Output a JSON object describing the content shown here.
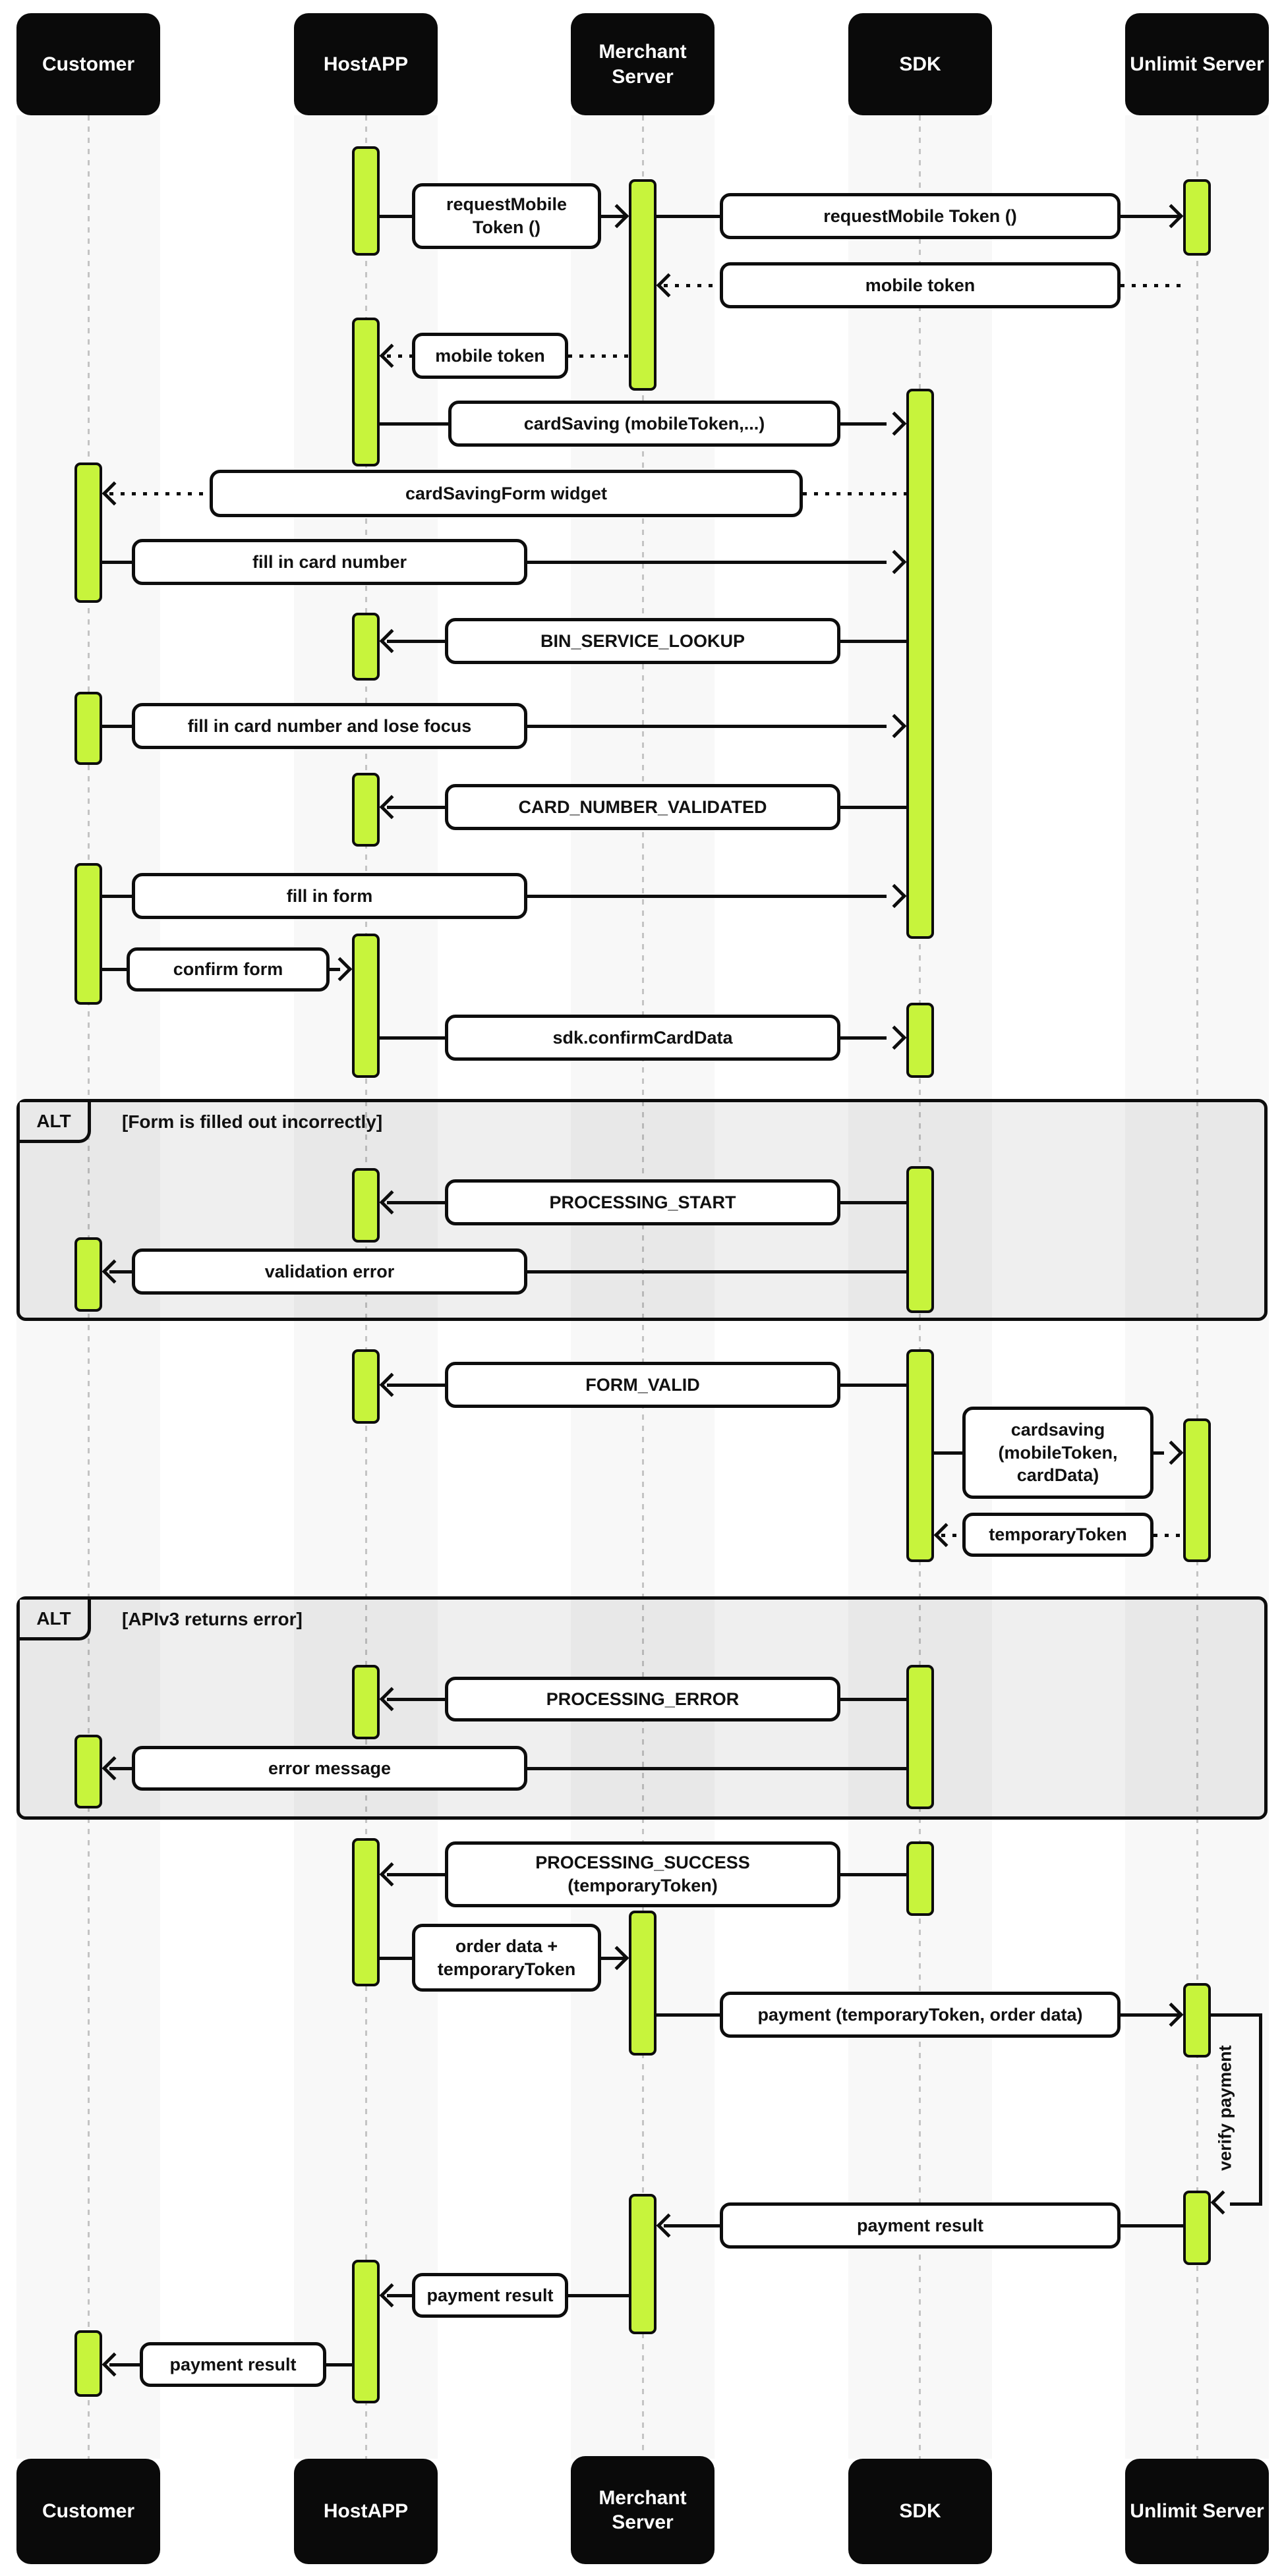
{
  "actors": {
    "customer": "Customer",
    "hostapp": "HostAPP",
    "merchant": "Merchant Server",
    "sdk": "SDK",
    "unlimit": "Unlimit Server"
  },
  "alt1": {
    "label": "ALT",
    "condition": "[Form is filled out incorrectly]"
  },
  "alt2": {
    "label": "ALT",
    "condition": "[APIv3 returns error]"
  },
  "messages": {
    "request_mobile_token_app": "requestMobile Token ()",
    "request_mobile_token_server": "requestMobile Token ()",
    "mobile_token_to_merchant": "mobile token",
    "mobile_token_to_hostapp": "mobile token",
    "card_saving": "cardSaving (mobileToken,...)",
    "card_saving_form_widget": "cardSavingForm widget",
    "fill_in_card_number": "fill in card number",
    "bin_service_lookup": "BIN_SERVICE_LOOKUP",
    "fill_in_card_number_lose_focus": "fill in card number and lose focus",
    "card_number_validated": "CARD_NUMBER_VALIDATED",
    "fill_in_form": "fill in form",
    "confirm_form": "confirm form",
    "sdk_confirm_card_data": "sdk.confirmCardData",
    "processing_start": "PROCESSING_START",
    "validation_error": "validation error",
    "form_valid": "FORM_VALID",
    "cardsaving_api": "cardsaving (mobileToken, cardData)",
    "temporary_token": "temporaryToken",
    "processing_error": "PROCESSING_ERROR",
    "error_message": "error message",
    "processing_success": "PROCESSING_SUCCESS (temporaryToken)",
    "order_data_temporary_token": "order data + temporaryToken",
    "payment": "payment (temporaryToken, order data)",
    "verify_payment": "verify payment",
    "payment_result_merchant": "payment result",
    "payment_result_hostapp": "payment result",
    "payment_result_customer": "payment result"
  },
  "colors": {
    "activation_green": "#c7f43c",
    "line_black": "#0d0d0d",
    "lane_band": "#f8f8f8",
    "alt_fill": "#ebebeb"
  }
}
